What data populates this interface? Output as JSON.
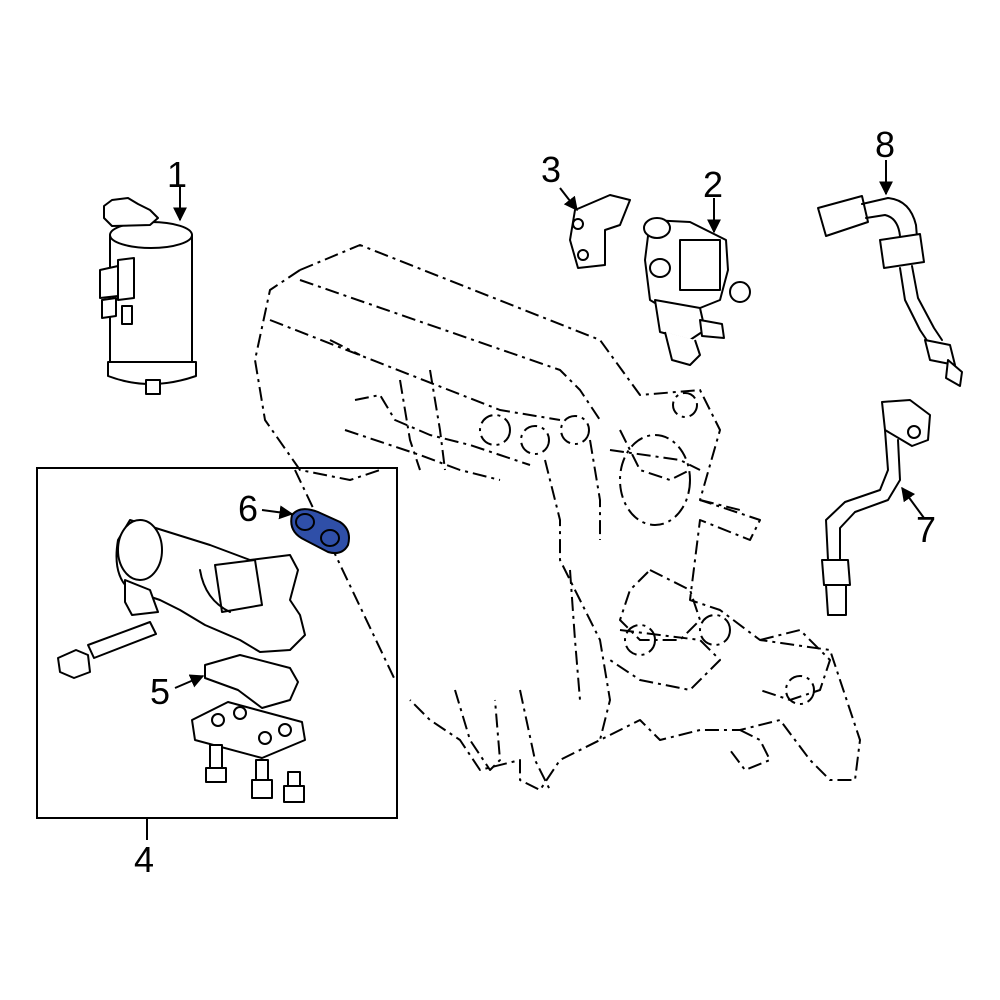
{
  "callouts": [
    {
      "id": "1",
      "label": "1"
    },
    {
      "id": "2",
      "label": "2"
    },
    {
      "id": "3",
      "label": "3"
    },
    {
      "id": "4",
      "label": "4"
    },
    {
      "id": "5",
      "label": "5"
    },
    {
      "id": "6",
      "label": "6"
    },
    {
      "id": "7",
      "label": "7"
    },
    {
      "id": "8",
      "label": "8"
    }
  ],
  "colors": {
    "highlight": "#2f4fa8",
    "line": "#000000",
    "background": "#ffffff"
  }
}
